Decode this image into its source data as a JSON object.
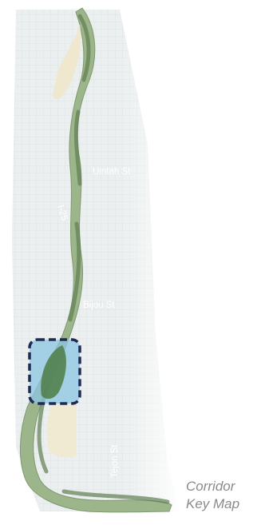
{
  "map": {
    "labels": {
      "uintah": "Uintah St",
      "i25": "I-25",
      "bijou": "Bijou St",
      "tejon": "Tejon St"
    },
    "highlight_color": "#8cc6e2",
    "highlight_border": "#1f2a56"
  },
  "caption": {
    "line1": "Corridor",
    "line2": "Key Map"
  }
}
